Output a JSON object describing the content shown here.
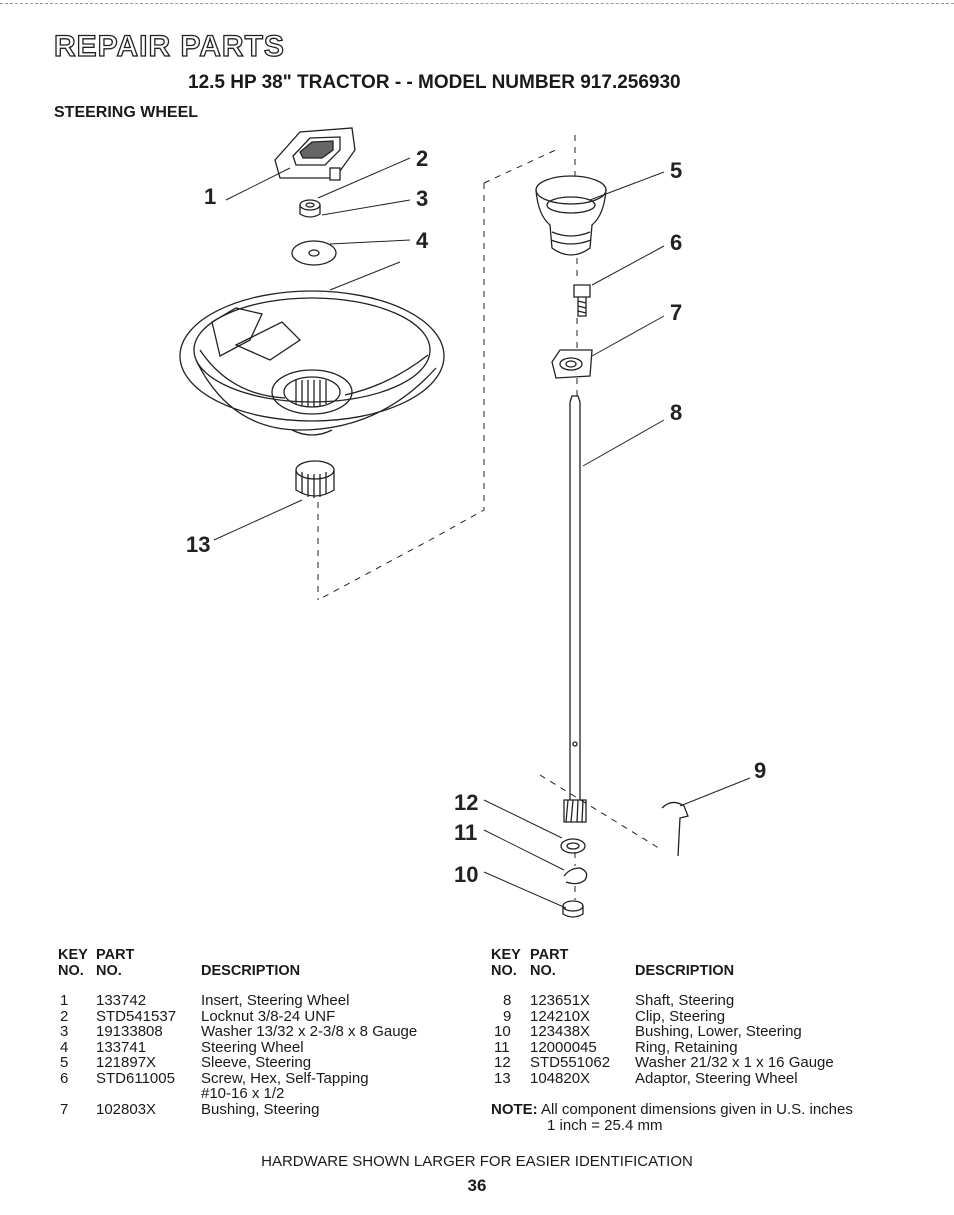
{
  "header": {
    "title": "REPAIR PARTS",
    "subtitle": "12.5 HP 38\" TRACTOR - - MODEL NUMBER 917.256930",
    "section": "STEERING WHEEL"
  },
  "diagram": {
    "callouts": [
      "1",
      "2",
      "3",
      "4",
      "5",
      "6",
      "7",
      "8",
      "9",
      "10",
      "11",
      "12",
      "13"
    ]
  },
  "table_headers": {
    "key": "KEY",
    "no": "NO.",
    "part": "PART",
    "part_no": "NO.",
    "description": "DESCRIPTION"
  },
  "parts_left": [
    {
      "key": "1",
      "part": "133742",
      "desc": "Insert, Steering Wheel"
    },
    {
      "key": "2",
      "part": "STD541537",
      "desc": "Locknut 3/8-24 UNF"
    },
    {
      "key": "3",
      "part": "19133808",
      "desc": "Washer 13/32 x 2-3/8 x 8 Gauge"
    },
    {
      "key": "4",
      "part": "133741",
      "desc": "Steering Wheel"
    },
    {
      "key": "5",
      "part": "121897X",
      "desc": "Sleeve, Steering"
    },
    {
      "key": "6",
      "part": "STD611005",
      "desc": "Screw, Hex, Self-Tapping",
      "desc2": "#10-16 x 1/2"
    },
    {
      "key": "7",
      "part": "102803X",
      "desc": "Bushing, Steering"
    }
  ],
  "parts_right": [
    {
      "key": "8",
      "part": "123651X",
      "desc": "Shaft, Steering"
    },
    {
      "key": "9",
      "part": "124210X",
      "desc": "Clip, Steering"
    },
    {
      "key": "10",
      "part": "123438X",
      "desc": "Bushing, Lower, Steering"
    },
    {
      "key": "11",
      "part": "12000045",
      "desc": "Ring, Retaining"
    },
    {
      "key": "12",
      "part": "STD551062",
      "desc": "Washer 21/32 x 1 x 16 Gauge"
    },
    {
      "key": "13",
      "part": "104820X",
      "desc": "Adaptor, Steering Wheel"
    }
  ],
  "note": {
    "label": "NOTE:",
    "text": "All component dimensions given in U.S. inches",
    "text2": "1 inch = 25.4 mm"
  },
  "footer": "HARDWARE SHOWN LARGER FOR EASIER IDENTIFICATION",
  "page_number": "36"
}
